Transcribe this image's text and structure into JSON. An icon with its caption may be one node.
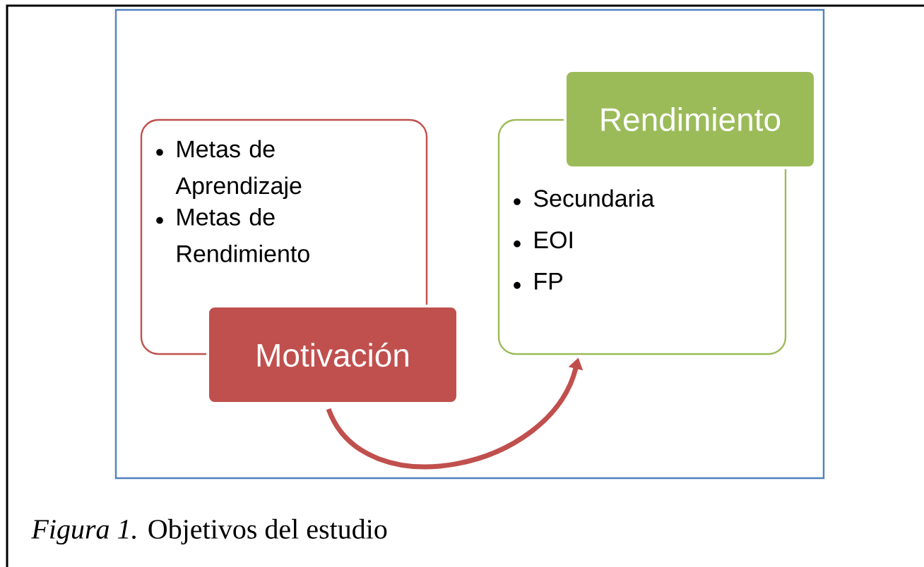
{
  "diagram": {
    "caption": "*Figura 1.* Objetivos del estudio",
    "nodes": [
      {
        "text": [
          "Metas de Aprendizaje",
          "Metas de Rendimiento"
        ]
      },
      {
        "text": [
          "Motivación"
        ]
      },
      {
        "text": [
          "Secundaria",
          "EOI",
          "FP"
        ]
      },
      {
        "text": [
          "Rendimiento"
        ]
      }
    ],
    "edges": [
      {
        "from": 1,
        "to": 2,
        "arrow": "to"
      }
    ]
  }
}
